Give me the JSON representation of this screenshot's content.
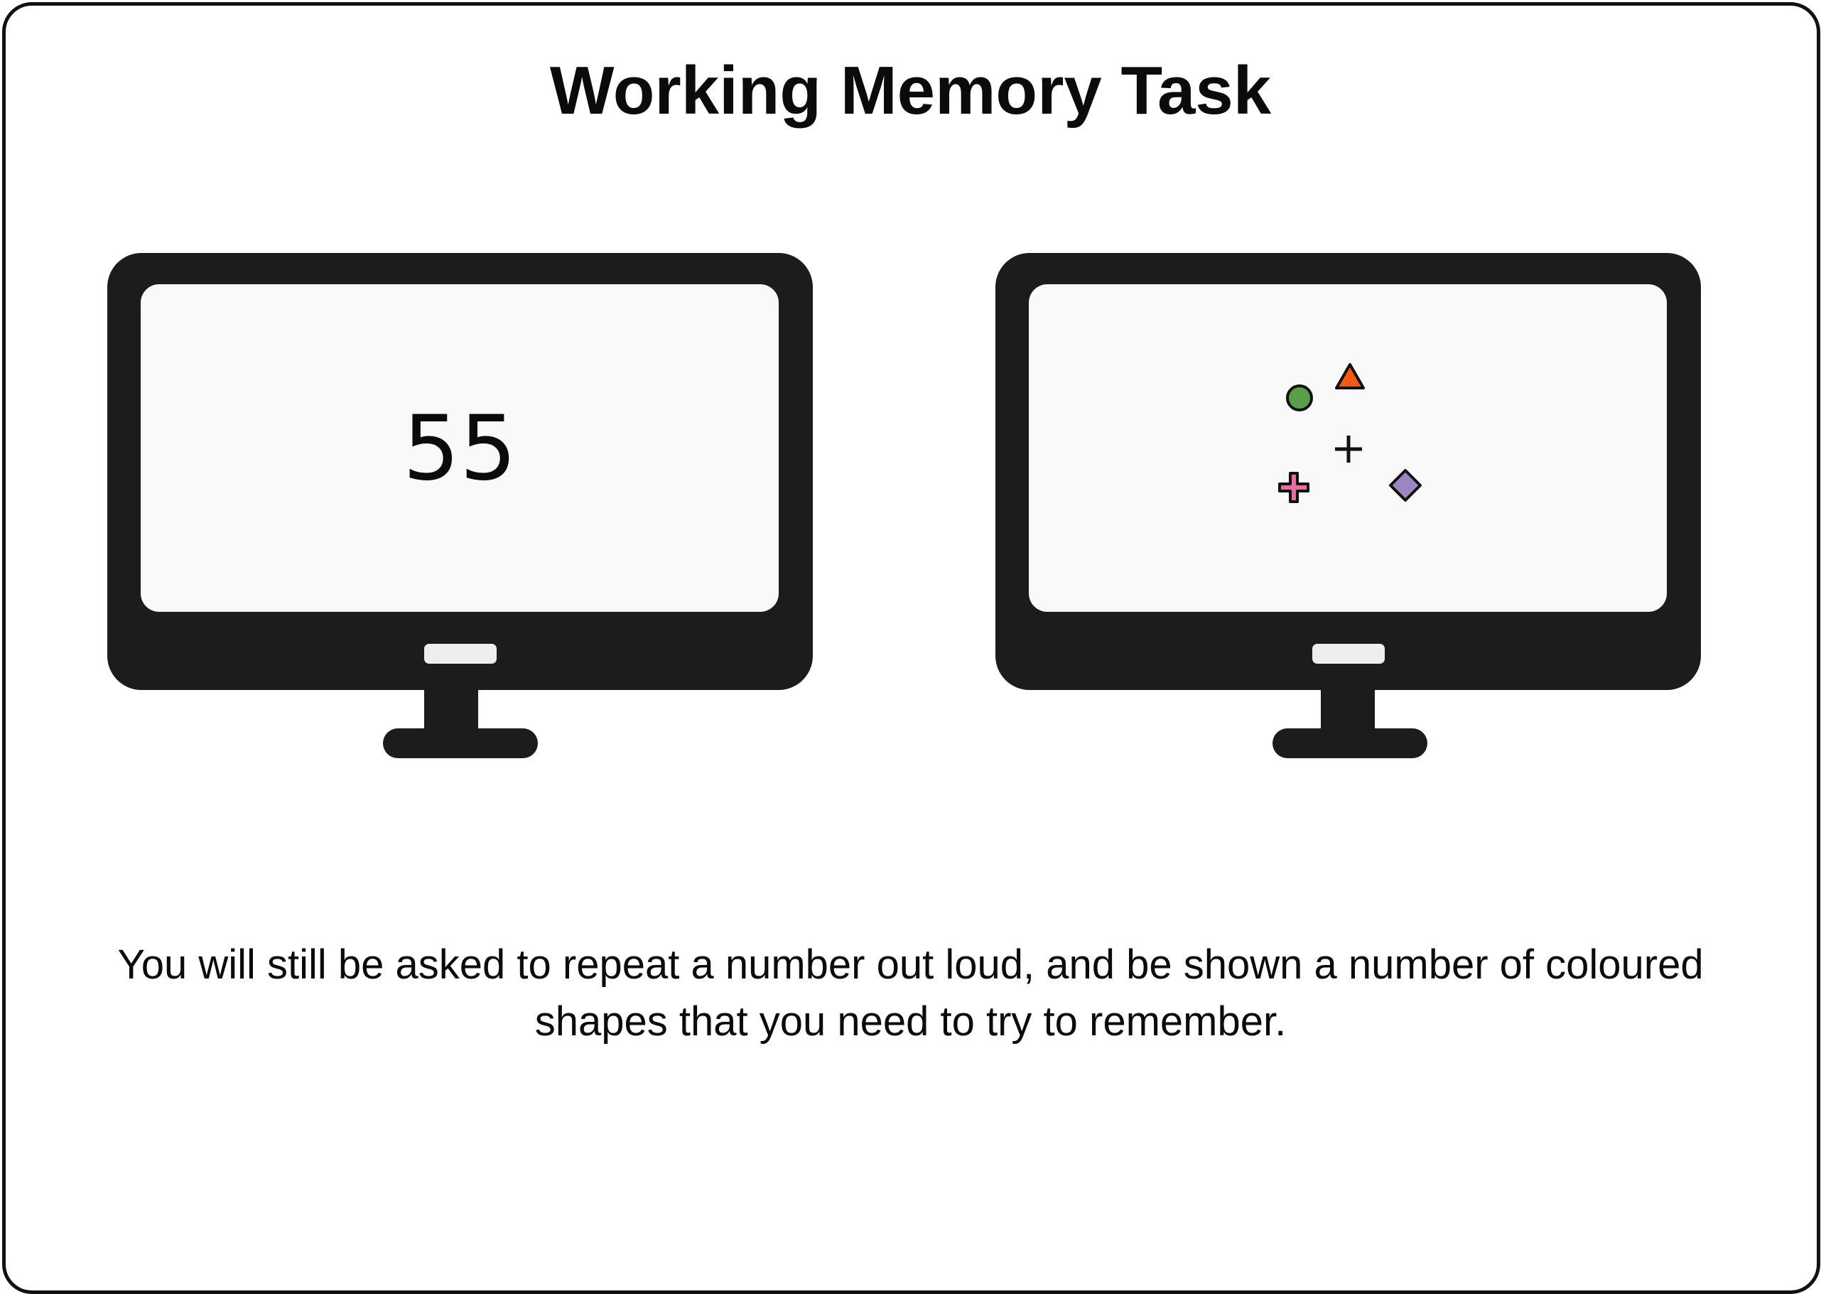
{
  "title": "Working Memory Task",
  "left_monitor": {
    "number": "55"
  },
  "right_monitor": {
    "shapes": [
      {
        "icon": "circle-icon",
        "color": "#5a9e4b"
      },
      {
        "icon": "triangle-icon",
        "color": "#f05a16"
      },
      {
        "icon": "fixation-cross-icon",
        "color": "#111111"
      },
      {
        "icon": "plus-icon",
        "color": "#e56fa0"
      },
      {
        "icon": "diamond-icon",
        "color": "#9c86bf"
      }
    ]
  },
  "instruction": "You will still be asked to repeat a number out loud, and be shown a number of coloured shapes that you need to try to remember.",
  "colors": {
    "monitor_body": "#1c1c1c",
    "screen": "#f9f9f9",
    "button": "#eeeeee",
    "border": "#111111"
  }
}
